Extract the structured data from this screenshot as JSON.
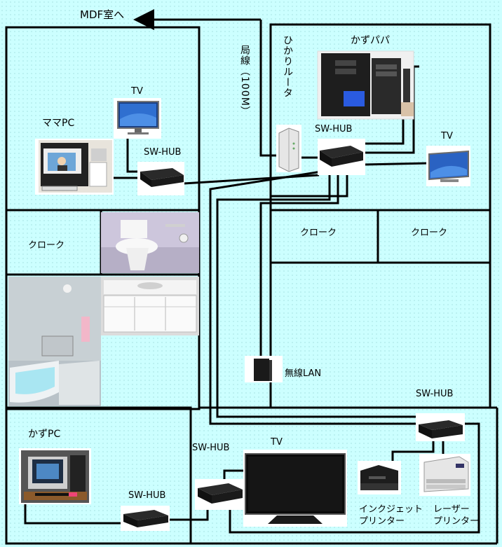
{
  "labels": {
    "mdf": "MDF室へ",
    "kyokusen": "局線（100M）",
    "hikari_router": "ひかりルータ",
    "kazu_papa": "かずパパ",
    "tv_top_left": "TV",
    "mama_pc": "ママPC",
    "sw_hub_mama": "SW-HUB",
    "sw_hub_papa": "SW-HUB",
    "tv_papa": "TV",
    "cloak_left": "クローク",
    "cloak_mid": "クローク",
    "cloak_right": "クローク",
    "wireless_lan": "無線LAN",
    "sw_hub_right": "SW-HUB",
    "kazu_pc": "かずPC",
    "sw_hub_mid": "SW-HUB",
    "tv_bottom": "TV",
    "sw_hub_kazu": "SW-HUB",
    "inkjet_printer": "インクジェット\nプリンター",
    "laser_printer": "レーザー\nプリンター"
  },
  "colors": {
    "wall": "#000000",
    "background": "#ccffff",
    "hub": "#2a2a2a"
  }
}
